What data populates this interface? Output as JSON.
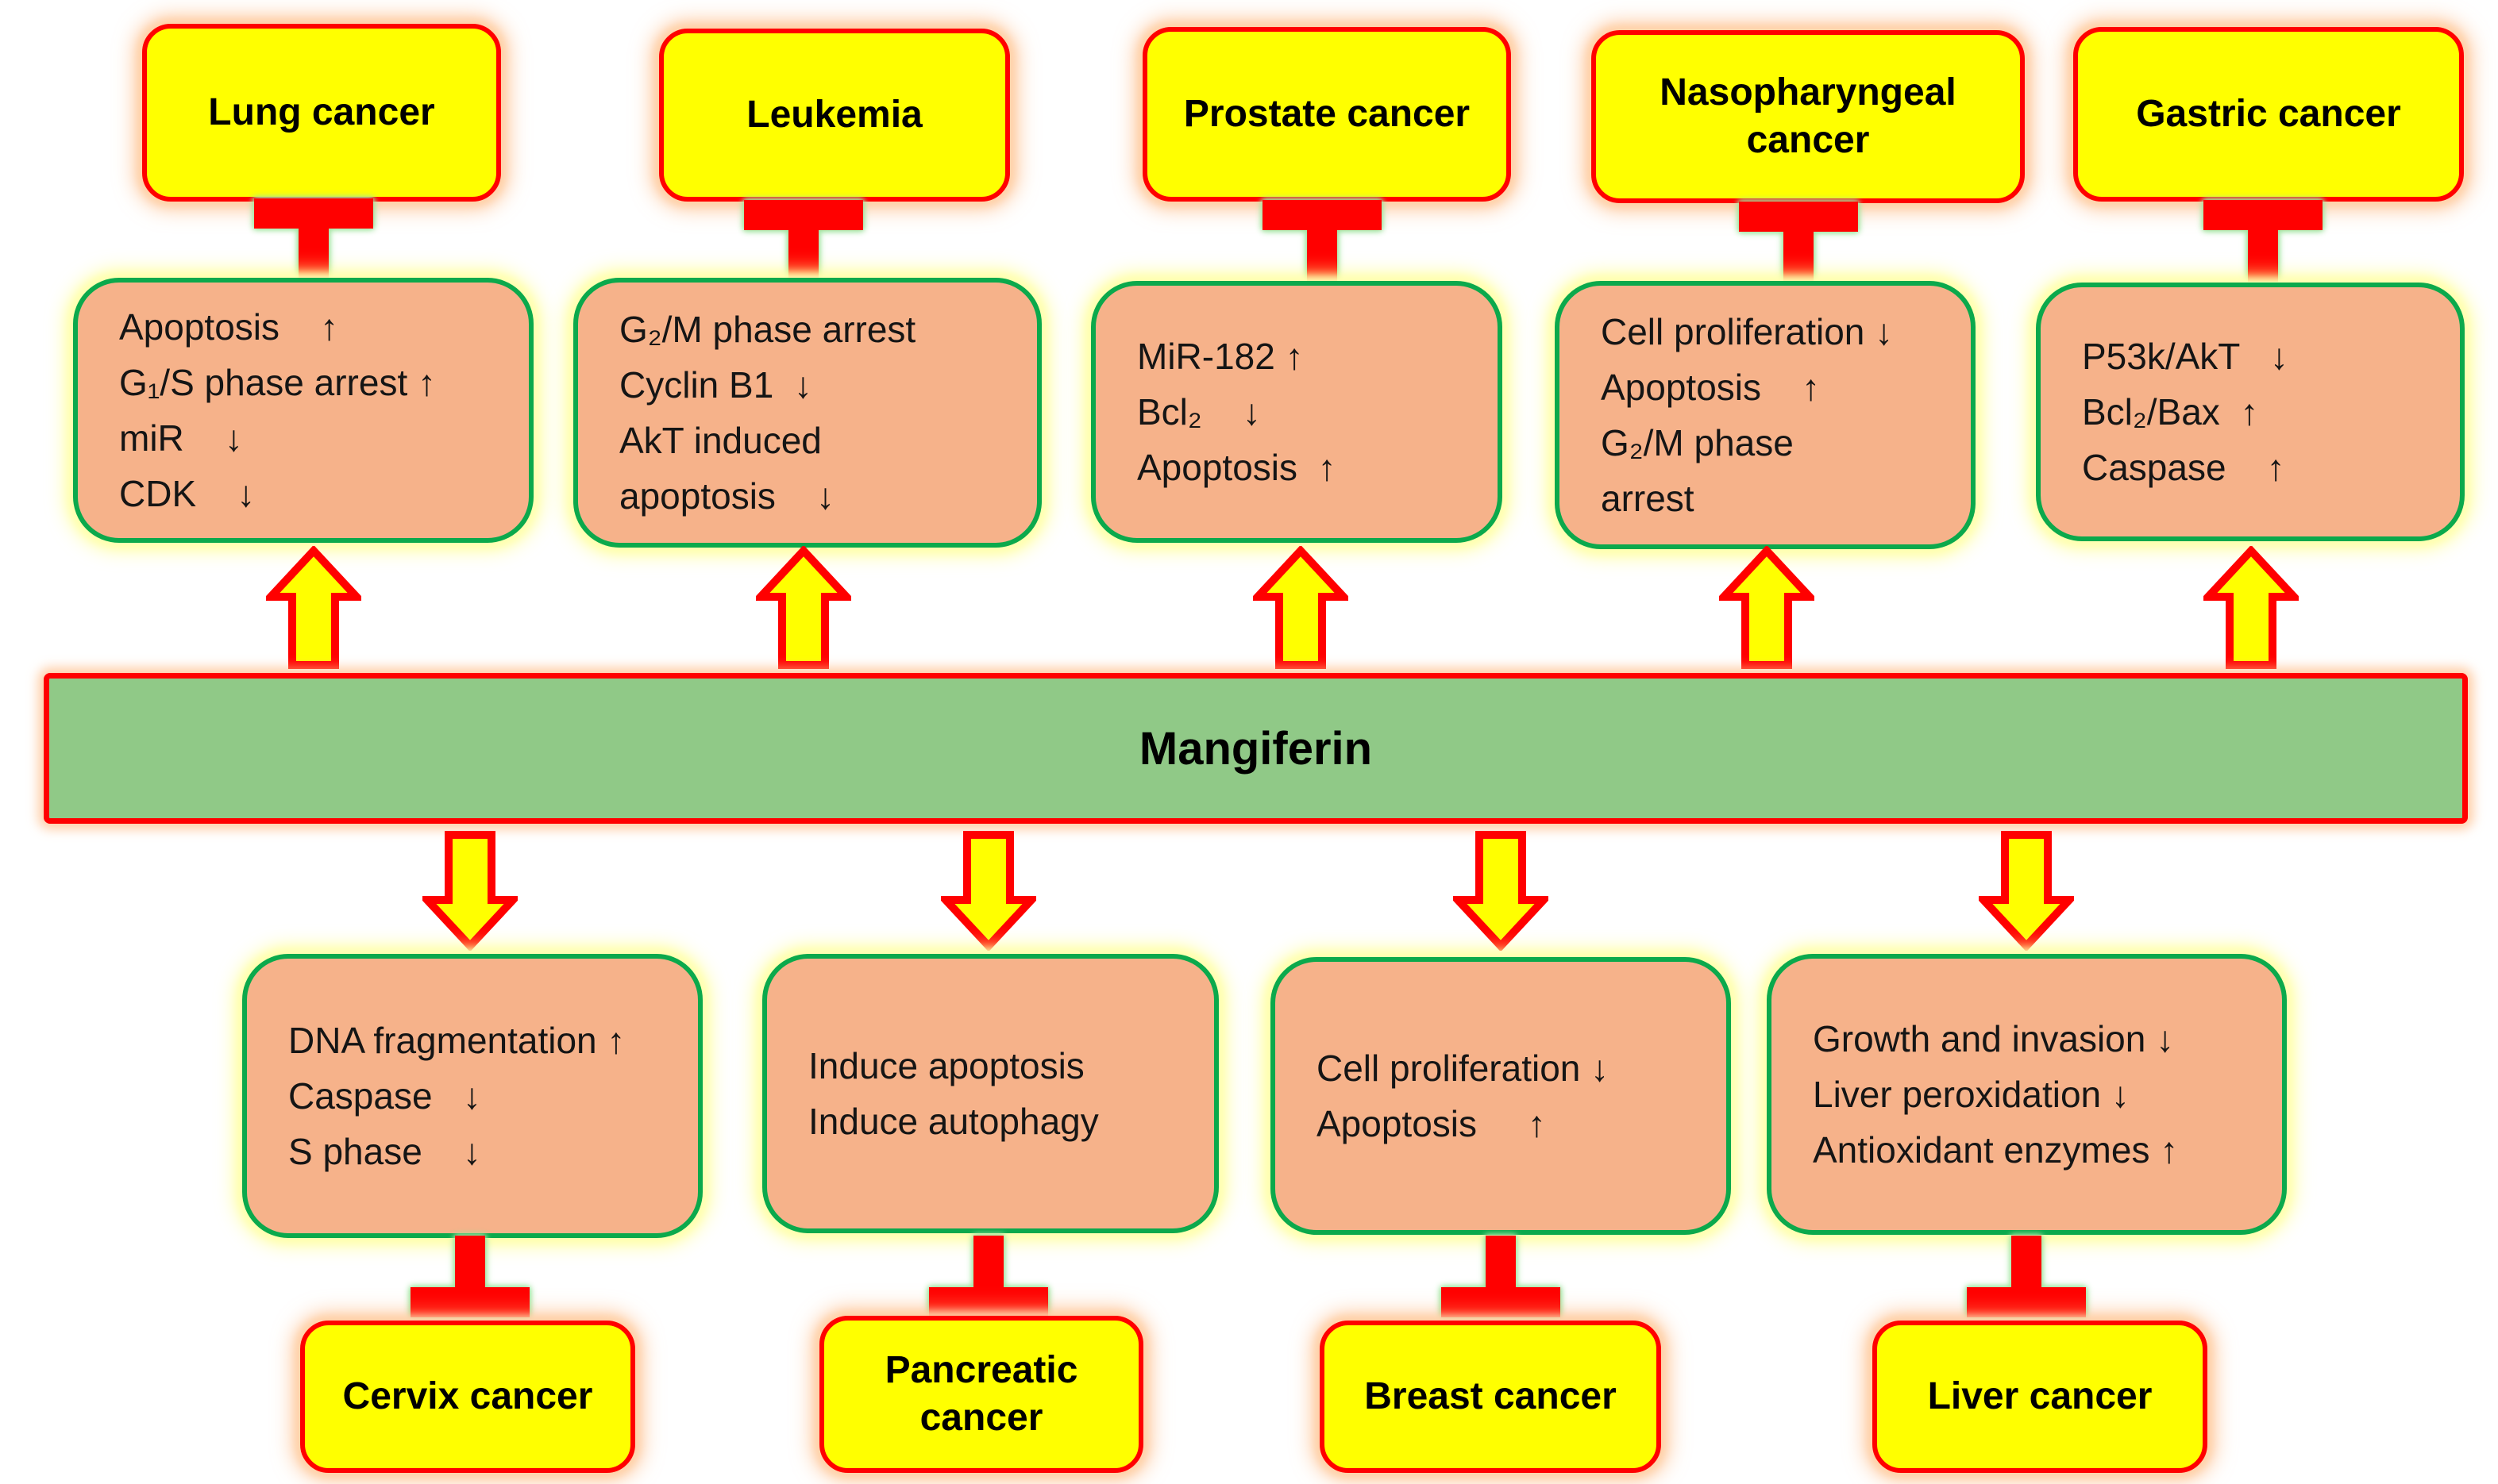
{
  "diagram": {
    "subject": "Mangiferin anticancer effects pathway",
    "center_label": "Mangiferin"
  },
  "colors": {
    "cancer_box_fill": "#ffff00",
    "cancer_box_border": "#ff0000",
    "mechanism_box_fill": "#f6b28a",
    "mechanism_box_border": "#0ba94c",
    "center_bar_fill": "#90c987",
    "center_bar_border": "#ff0000",
    "arrow_fill": "#ffff00",
    "arrow_outline": "#ff0000",
    "inhibitor_color": "#ff0000",
    "inhibitor_glow": "#9fe59f",
    "cancer_box_glow": "#ffd2a8",
    "mechanism_box_glow": "#ffffb0"
  },
  "top": {
    "columns": [
      {
        "cancer": "Lung cancer",
        "mechanisms": [
          "Apoptosis    ↑",
          "G₁/S phase arrest ↑",
          "miR    ↓",
          "CDK    ↓"
        ]
      },
      {
        "cancer": "Leukemia",
        "mechanisms": [
          "G₂/M phase arrest",
          "Cyclin B1  ↓",
          "AkT induced",
          "apoptosis    ↓"
        ]
      },
      {
        "cancer": "Prostate cancer",
        "mechanisms": [
          "MiR-182 ↑",
          "Bcl₂    ↓",
          "Apoptosis  ↑"
        ]
      },
      {
        "cancer": "Nasopharyngeal cancer",
        "mechanisms": [
          "Cell proliferation ↓",
          "Apoptosis    ↑",
          "G₂/M phase",
          "arrest"
        ]
      },
      {
        "cancer": "Gastric cancer",
        "mechanisms": [
          "P53k/AkT   ↓",
          "Bcl₂/Bax  ↑",
          "Caspase    ↑"
        ]
      }
    ]
  },
  "center": {
    "label": "Mangiferin"
  },
  "bottom": {
    "columns": [
      {
        "cancer": "Cervix cancer",
        "mechanisms": [
          "DNA fragmentation ↑",
          "Caspase   ↓",
          "S phase    ↓"
        ]
      },
      {
        "cancer": "Pancreatic cancer",
        "mechanisms": [
          "Induce apoptosis",
          "Induce autophagy"
        ]
      },
      {
        "cancer": "Breast cancer",
        "mechanisms": [
          "Cell proliferation ↓",
          "Apoptosis     ↑"
        ]
      },
      {
        "cancer": "Liver cancer",
        "mechanisms": [
          "Growth and invasion ↓",
          "Liver peroxidation ↓",
          "Antioxidant enzymes ↑"
        ]
      }
    ]
  }
}
